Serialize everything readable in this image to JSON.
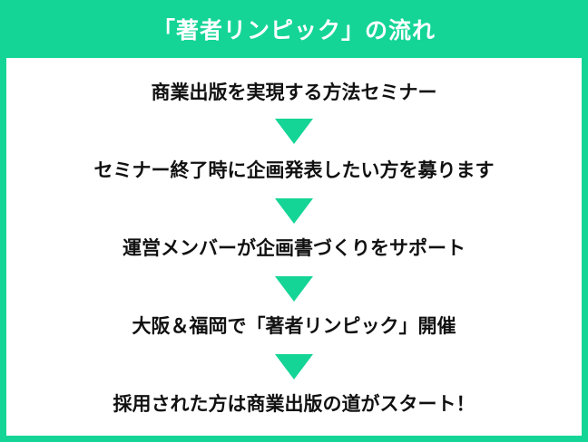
{
  "title": "「著者リンピック」の流れ",
  "steps": [
    "商業出版を実現する方法セミナー",
    "セミナー終了時に企画発表したい方を募ります",
    "運営メンバーが企画書づくりをサポート",
    "大阪＆福岡で「著者リンピック」開催",
    "採用された方は商業出版の道がスタート！"
  ],
  "colors": {
    "accent": "#15d596",
    "text": "#111111",
    "background": "#ffffff"
  }
}
